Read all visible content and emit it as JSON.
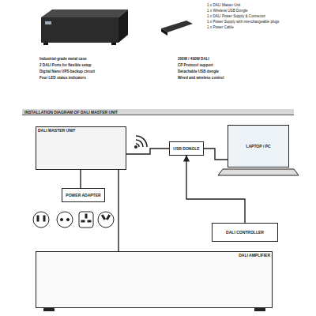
{
  "diagram": {
    "title": "INSTALLATION DIAGRAM OF DALI MASTER UNIT",
    "nodes": [
      {
        "text": [
          "DALI MASTER UNIT"
        ]
      },
      {
        "text": [
          "USB DONGLE"
        ]
      },
      {
        "text": [
          "LAPTOP / PC"
        ]
      },
      {
        "text": [
          "POWER ADAPTER"
        ]
      },
      {
        "text": [
          "DALI AMPLIFIER"
        ]
      },
      {
        "text": [
          "DALI CONTROLLER"
        ]
      }
    ],
    "edges": [
      {
        "from": 0,
        "to": 3,
        "arrow": "none"
      },
      {
        "from": 0,
        "to": 1,
        "arrow": "none"
      },
      {
        "from": 1,
        "to": 2,
        "arrow": "none"
      },
      {
        "from": 5,
        "to": 1,
        "arrow": "to"
      },
      {
        "from": 0,
        "to": 4,
        "arrow": "none"
      }
    ],
    "labels": [
      "1 x DALI Master Unit",
      "1 x Wireless USB Dongle",
      "1 x DALI Power Supply & Connector",
      "1 x Power Supply with interchangeable plugs",
      "1 x Power Cable",
      "Industrial-grade metal case",
      "2 DALI Ports for flexible setup",
      "Digital Nano UPS backup circuit",
      "Four LED status indicators",
      "200W / 400W DALI",
      "CP Protocol support",
      "Detachable USB dongle",
      "Wired and wireless control"
    ]
  }
}
